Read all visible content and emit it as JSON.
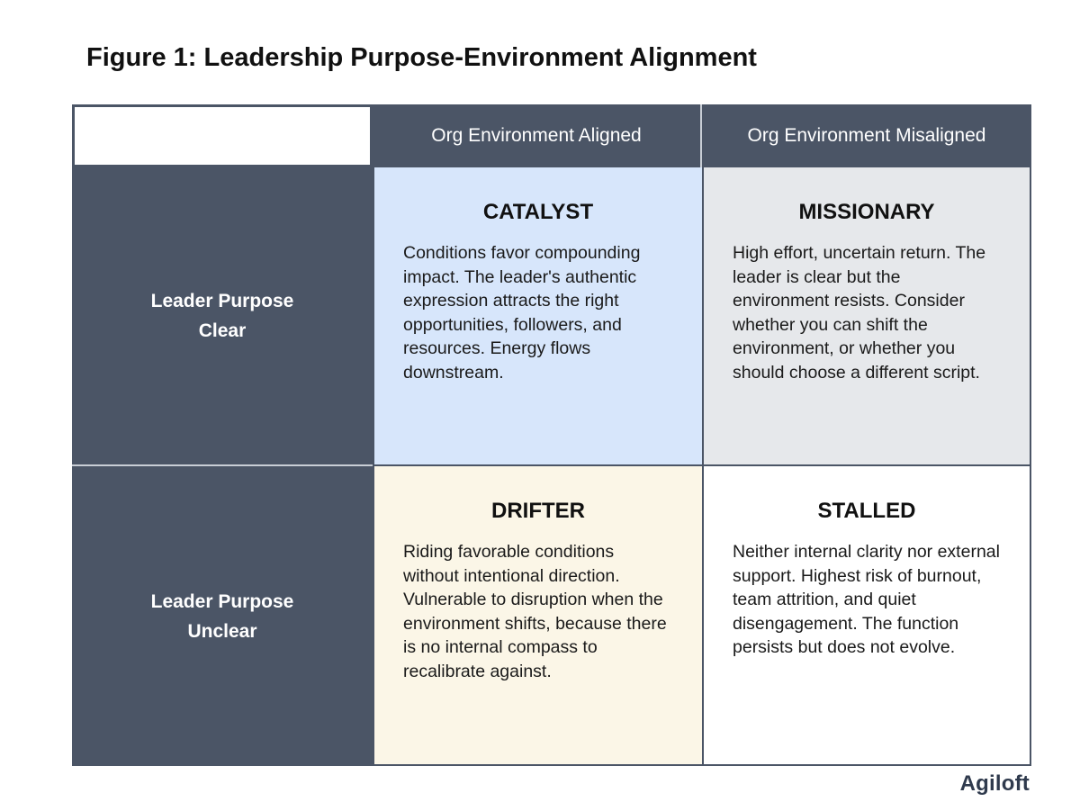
{
  "title": "Figure 1: Leadership Purpose-Environment Alignment",
  "columns": [
    "Org Environment Aligned",
    "Org Environment Misaligned"
  ],
  "rows": [
    {
      "line1": "Leader Purpose",
      "line2": "Clear"
    },
    {
      "line1": "Leader Purpose",
      "line2": "Unclear"
    }
  ],
  "quadrants": {
    "catalyst": {
      "title": "CATALYST",
      "body": "Conditions favor compounding impact. The leader's authentic expression attracts the right opportunities, followers, and resources. Energy flows downstream."
    },
    "missionary": {
      "title": "MISSIONARY",
      "body": "High effort, uncertain return. The leader is clear but the environment resists. Consider whether you can shift the environment, or whether you should choose a different script."
    },
    "drifter": {
      "title": "DRIFTER",
      "body": "Riding favorable conditions without intentional direction. Vulnerable to disruption when the environment shifts, because there is no internal compass to recalibrate against."
    },
    "stalled": {
      "title": "STALLED",
      "body": "Neither internal clarity nor external support. Highest risk of burnout, team attrition, and quiet disengagement. The function persists but does not evolve."
    }
  },
  "logo": "Agiloft",
  "colors": {
    "header_bg": "#4b5566",
    "catalyst_bg": "#d7e6fb",
    "missionary_bg": "#e6e8eb",
    "drifter_bg": "#fbf6e7",
    "stalled_bg": "#ffffff"
  }
}
